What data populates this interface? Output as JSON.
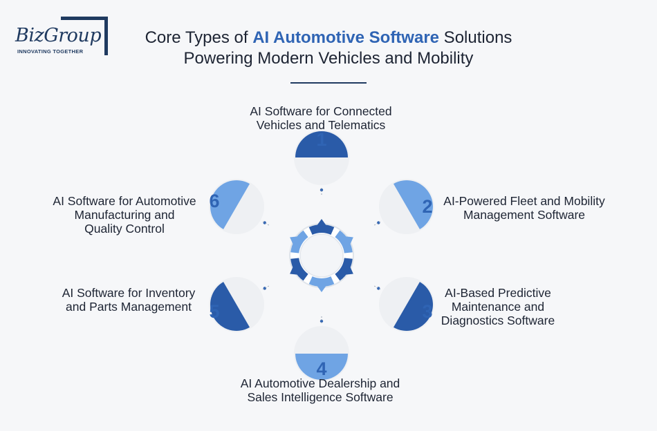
{
  "logo": {
    "name": "BizGroup",
    "tagline": "INNOVATING TOGETHER"
  },
  "title": {
    "prefix": "Core Types of ",
    "highlight": "AI Automotive Software",
    "suffix": " Solutions",
    "line2": "Powering Modern Vehicles and Mobility"
  },
  "items": [
    {
      "number": "1",
      "lines": [
        "AI Software for Connected",
        "Vehicles and Telematics"
      ]
    },
    {
      "number": "2",
      "lines": [
        "AI-Powered Fleet and Mobility",
        "Management Software"
      ]
    },
    {
      "number": "3",
      "lines": [
        "AI-Based Predictive",
        "Maintenance and",
        "Diagnostics Software"
      ]
    },
    {
      "number": "4",
      "lines": [
        "AI Automotive Dealership and",
        "Sales Intelligence Software"
      ]
    },
    {
      "number": "5",
      "lines": [
        "AI Software for Inventory",
        "and Parts Management"
      ]
    },
    {
      "number": "6",
      "lines": [
        "AI Software for Automotive",
        "Manufacturing and",
        "Quality Control"
      ]
    }
  ],
  "colors": {
    "dark_blue": "#2a5ba8",
    "light_blue": "#6fa4e4",
    "navy": "#1f3a60",
    "accent": "#2f64b4"
  }
}
